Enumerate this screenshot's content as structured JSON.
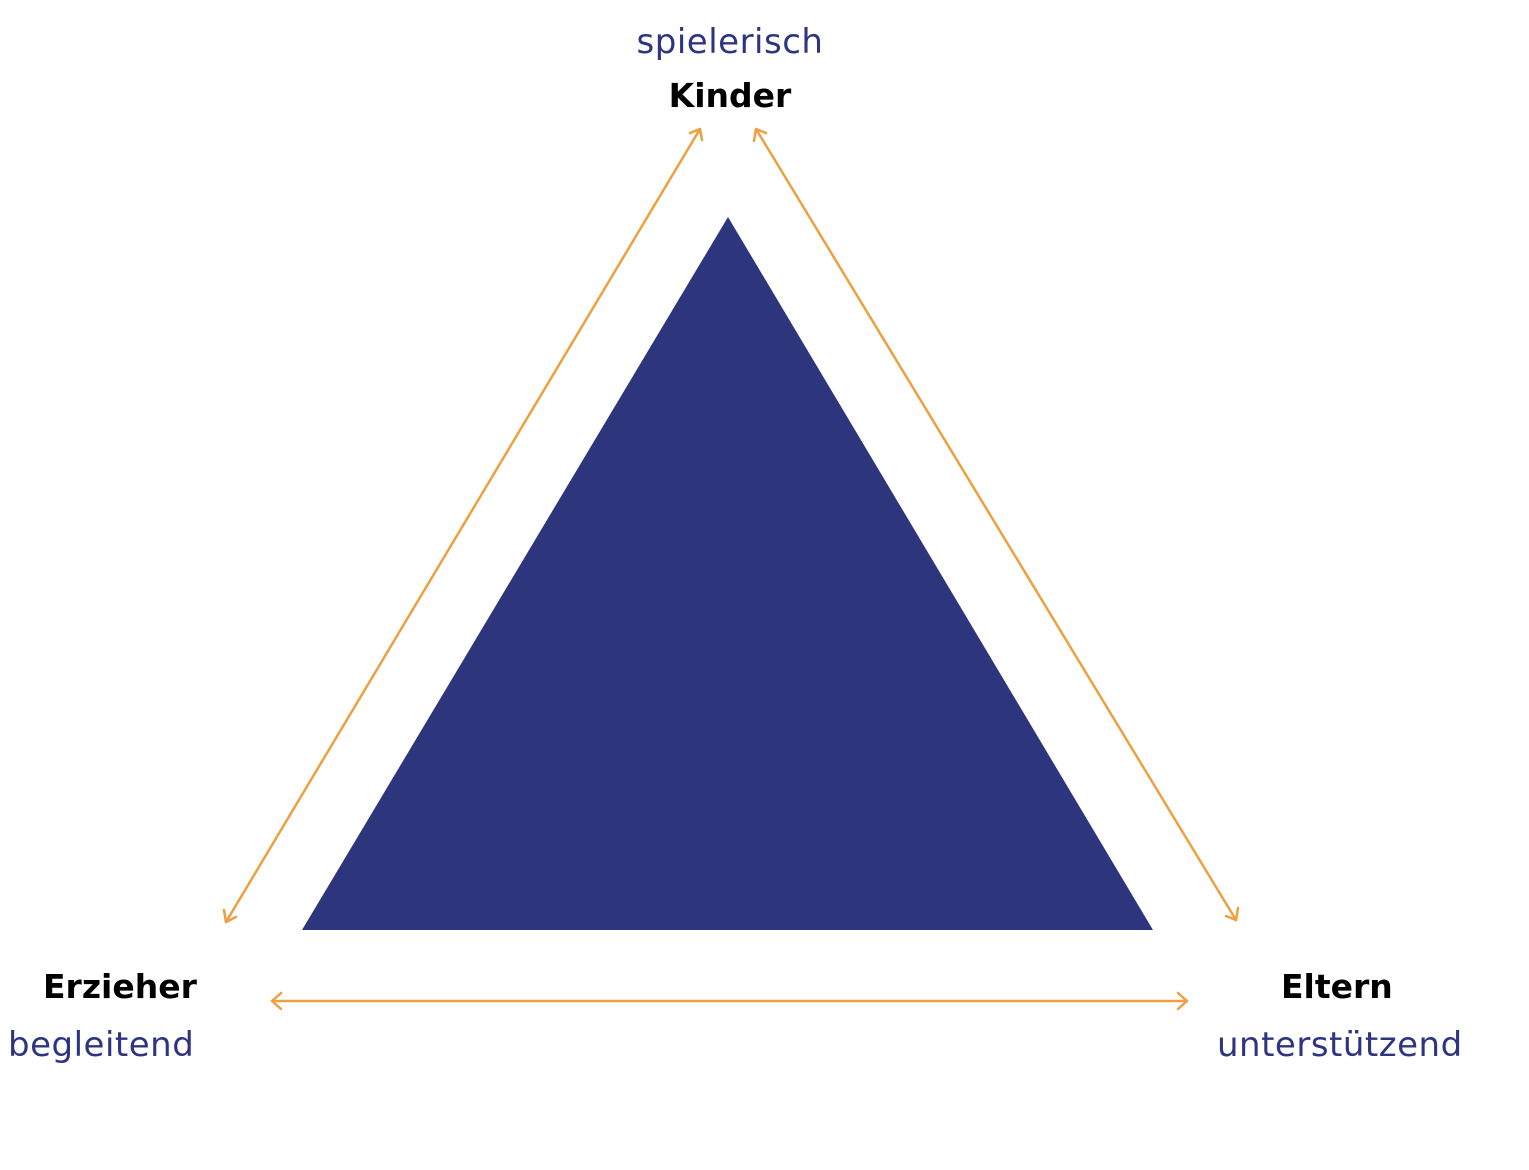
{
  "nodes": {
    "top": {
      "role": "Kinder",
      "quality": "spielerisch"
    },
    "bottom_left": {
      "role": "Erzieher",
      "quality": "begleitend"
    },
    "bottom_right": {
      "role": "Eltern",
      "quality": "unterstützend"
    }
  },
  "colors": {
    "triangle_fill": "#2d357c",
    "arrow_stroke": "#eca040",
    "quality_text": "#2e3580",
    "role_text": "#000000"
  },
  "relations": [
    {
      "from": "Kinder",
      "to": "Erzieher",
      "type": "bidirectional"
    },
    {
      "from": "Kinder",
      "to": "Eltern",
      "type": "bidirectional"
    },
    {
      "from": "Erzieher",
      "to": "Eltern",
      "type": "bidirectional"
    }
  ]
}
